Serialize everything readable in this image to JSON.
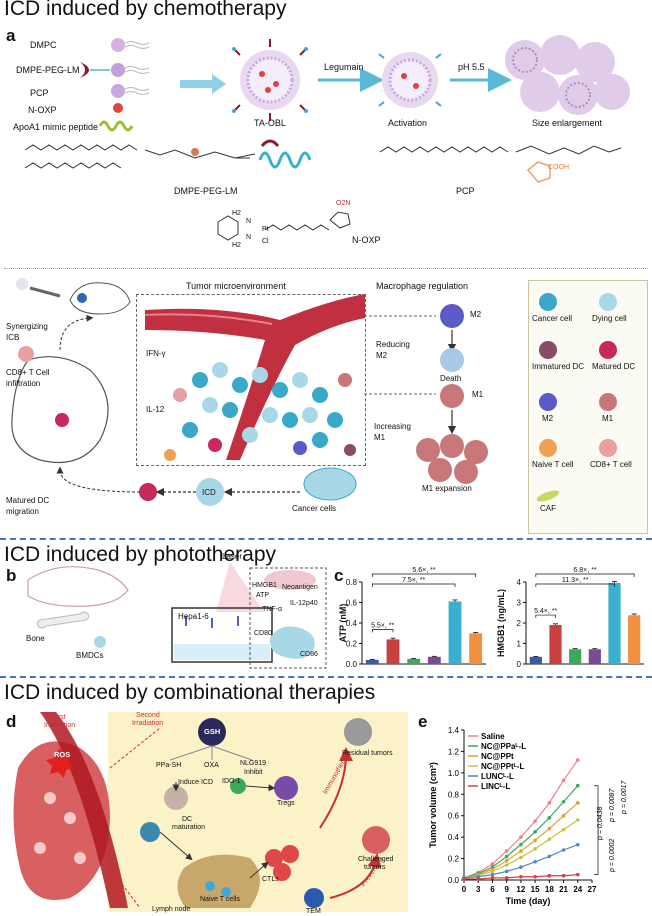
{
  "sections": {
    "chemo_title": "ICD induced by chemotherapy",
    "photo_title": "ICD induced by phototherapy",
    "combo_title": "ICD induced by combinational therapies"
  },
  "panels": {
    "a": "a",
    "b": "b",
    "c": "c",
    "d": "d",
    "e": "e"
  },
  "panel_a": {
    "components": [
      "DMPC",
      "DMPE-PEG-LM",
      "PCP",
      "N-OXP",
      "ApoA1 mimic peptide"
    ],
    "stages": [
      "TA-OBL",
      "Activation",
      "Size enlargement"
    ],
    "arrows": [
      "Legumain",
      "pH 5.5"
    ],
    "chem_labels": [
      "DMPE-PEG-LM",
      "PCP",
      "N-OXP"
    ],
    "atoms": {
      "no2": "O2N",
      "h2a": "H2",
      "h2b": "H2",
      "n1": "N",
      "n2": "N",
      "pt": "Pt",
      "cl": "Cl",
      "cooh": "COOH"
    }
  },
  "mechanism": {
    "tme_title": "Tumor microenvironment",
    "macro_title": "Macrophage regulation",
    "labels": {
      "synergizing": "Synergizing",
      "icb": "ICB",
      "cd8_infiltration_1": "CD8+  T Cell",
      "cd8_infiltration_2": "infiltration",
      "ifn": "IFN-γ",
      "il12": "IL-12",
      "m2": "M2",
      "reducing_1": "Reducing",
      "reducing_2": "M2",
      "death": "Death",
      "m1": "M1",
      "increasing_1": "Increasing",
      "increasing_2": "M1",
      "m1_expansion": "M1 expansion",
      "icd": "ICD",
      "cancer_cells": "Cancer cells",
      "matured_dc_1": "Matured DC",
      "matured_dc_2": "migration"
    },
    "legend": [
      {
        "label": "Cancer cell",
        "color": "#3aa8c8"
      },
      {
        "label": "Dying  cell",
        "color": "#a8d8e8"
      },
      {
        "label": "Immatured DC",
        "color": "#8a4a6a"
      },
      {
        "label": "Matured DC",
        "color": "#c8285a"
      },
      {
        "label": "M2",
        "color": "#5a5ac8"
      },
      {
        "label": "M1",
        "color": "#c87878"
      },
      {
        "label": "Naive T cell",
        "color": "#f0a050"
      },
      {
        "label": "CD8+ T cell",
        "color": "#e8a0a0"
      },
      {
        "label": "CAF",
        "color": "#c8d860"
      }
    ]
  },
  "panel_b": {
    "laser": "Laser",
    "bone": "Bone",
    "bmdcs": "BMDCs",
    "hepa": "Hepa1-6",
    "neoantigen": "Neoantigen",
    "hmgb1": "HMGB1",
    "atp": "ATP",
    "tnf": "TNF-α",
    "il12p40": "IL-12p40",
    "cd80": "CD80",
    "cd86": "CD86"
  },
  "chart_data": [
    {
      "type": "bar",
      "ylabel": "ATP (nM)",
      "ylim": [
        0,
        0.8
      ],
      "yticks": [
        "0.0",
        "0.2",
        "0.4",
        "0.6",
        "0.8"
      ],
      "values": [
        0.04,
        0.24,
        0.05,
        0.07,
        0.61,
        0.3
      ],
      "errors": [
        0.005,
        0.012,
        0.004,
        0.005,
        0.015,
        0.008
      ],
      "colors": [
        "#3a5aa8",
        "#c84040",
        "#3aaa5a",
        "#7a4a9a",
        "#3ab0d0",
        "#f09040"
      ],
      "annotations": [
        "5.5×, **",
        "7.5×, **",
        "5.6×, **"
      ]
    },
    {
      "type": "bar",
      "ylabel": "HMGB1 (ng/mL)",
      "ylim": [
        0,
        4
      ],
      "yticks": [
        "0",
        "1",
        "2",
        "3",
        "4"
      ],
      "values": [
        0.35,
        1.9,
        0.72,
        0.72,
        3.95,
        2.38
      ],
      "errors": [
        0.02,
        0.06,
        0.03,
        0.03,
        0.07,
        0.06
      ],
      "colors": [
        "#3a5aa8",
        "#c84040",
        "#3aaa5a",
        "#7a4a9a",
        "#3ab0d0",
        "#f09040"
      ],
      "annotations": [
        "5.4×, **",
        "11.3×, **",
        "6.8×, **"
      ]
    },
    {
      "type": "line",
      "xlabel": "Time (day)",
      "ylabel": "Tumor volume (cm³)",
      "xlim": [
        0,
        27
      ],
      "ylim": [
        0,
        1.4
      ],
      "xticks": [
        0,
        3,
        6,
        9,
        12,
        15,
        18,
        21,
        24,
        27
      ],
      "yticks": [
        "0.0",
        "0.2",
        "0.4",
        "0.6",
        "0.8",
        "1.0",
        "1.2",
        "1.4"
      ],
      "x": [
        0,
        3,
        6,
        9,
        12,
        15,
        18,
        21,
        24
      ],
      "series": [
        {
          "name": "Saline",
          "color": "#f08090",
          "values": [
            0.02,
            0.07,
            0.15,
            0.27,
            0.4,
            0.55,
            0.72,
            0.93,
            1.12
          ]
        },
        {
          "name": "NC@PPaᴸ-L",
          "color": "#3aa860",
          "values": [
            0.02,
            0.06,
            0.12,
            0.22,
            0.33,
            0.45,
            0.58,
            0.73,
            0.88
          ]
        },
        {
          "name": "NC@PPt",
          "color": "#e0a030",
          "values": [
            0.02,
            0.05,
            0.1,
            0.18,
            0.27,
            0.37,
            0.48,
            0.6,
            0.72
          ]
        },
        {
          "name": "NC@PPtᴸ-L",
          "color": "#c8c040",
          "values": [
            0.02,
            0.04,
            0.08,
            0.14,
            0.21,
            0.29,
            0.38,
            0.47,
            0.56
          ]
        },
        {
          "name": "LUNCᴸ-L",
          "color": "#4a88d0",
          "values": [
            0.02,
            0.03,
            0.05,
            0.08,
            0.12,
            0.17,
            0.22,
            0.28,
            0.33
          ]
        },
        {
          "name": "LINCᴸ-L",
          "color": "#d84040",
          "values": [
            0.01,
            0.01,
            0.02,
            0.02,
            0.03,
            0.03,
            0.04,
            0.04,
            0.05
          ]
        }
      ],
      "pvalues": [
        "p = 0.0438",
        "p = 0.0087",
        "p = 0.0017",
        "p = 0.0002"
      ]
    }
  ],
  "panel_d": {
    "first_irr_1": "First",
    "first_irr_2": "Irradiation",
    "second_irr_1": "Second",
    "second_irr_2": "Irradiation",
    "ros": "ROS",
    "gsh": "GSH",
    "ppa": "PPa-SH",
    "oxa": "OXA",
    "nlg": "NLG919",
    "inhibit": "Inhibit",
    "ido": "IDO-1",
    "induce_icd": "Induce ICD",
    "dc_maturation_1": "DC",
    "dc_maturation_2": "maturation",
    "tregs": "Tregs",
    "ctls": "CTLs",
    "naive": "Naive T cells",
    "tem": "TEM",
    "lymph": "Lymph node",
    "immunotherapy": "Immunotherapy",
    "prevention": "Prevention",
    "residual": "Residual tumors",
    "challenged_1": "Challenged",
    "challenged_2": "tumors"
  }
}
